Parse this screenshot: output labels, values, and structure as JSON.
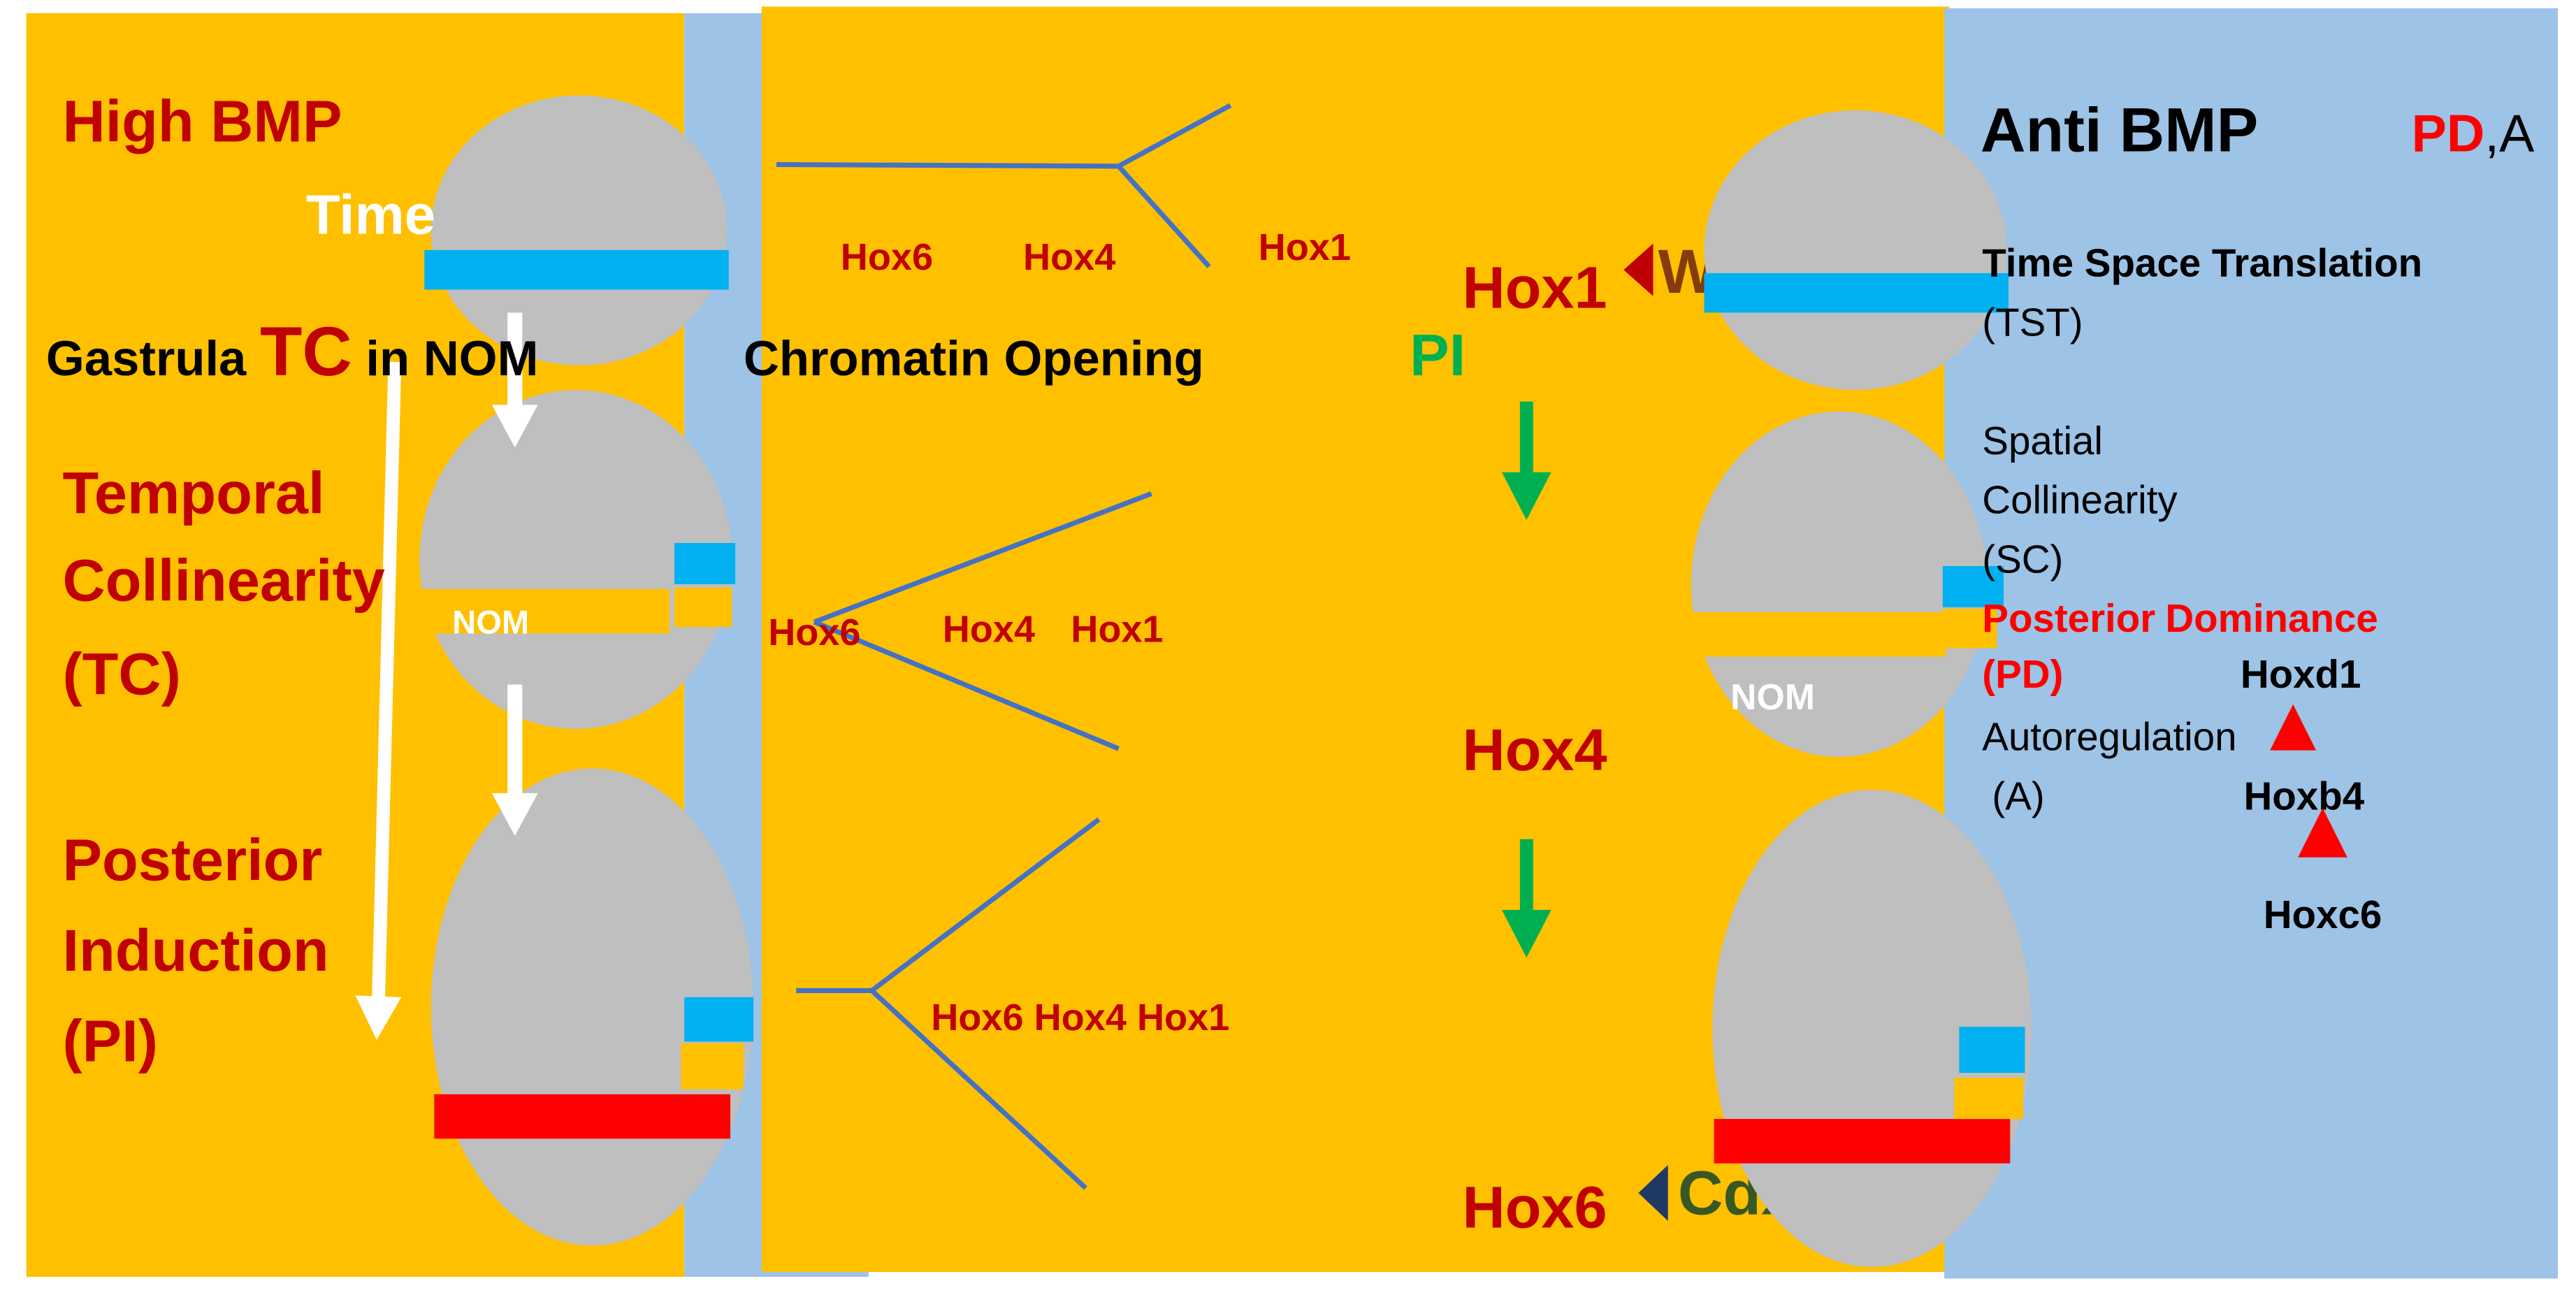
{
  "colors": {
    "orange": "#FFC000",
    "light_blue": "#9DC3E6",
    "gray": "#BFBFBF",
    "cyan": "#00B0F0",
    "red": "#FF0000",
    "dark_red": "#C00000",
    "green": "#00B050",
    "brown": "#843C0C",
    "dark_green": "#385723",
    "navy": "#1F3864",
    "line_blue": "#4472C4",
    "white": "#FFFFFF",
    "black": "#000000"
  },
  "left_panel": {
    "high_bmp": "High BMP",
    "time": "Time",
    "gastrula": "Gastrula",
    "tc": "TC",
    "in_nom": "in NOM",
    "temporal": "Temporal",
    "collinearity": "Collinearity",
    "tc_paren": "(TC)",
    "posterior": "Posterior",
    "induction": "Induction",
    "pi_paren": "(PI)",
    "nom": "NOM"
  },
  "middle_panel": {
    "chromatin_opening": "Chromatin Opening",
    "row1": {
      "hox6": "Hox6",
      "hox4": "Hox4",
      "hox1": "Hox1"
    },
    "row2": {
      "hox6": "Hox6",
      "hox4": "Hox4",
      "hox1": "Hox1"
    },
    "row3": {
      "label": "Hox6 Hox4 Hox1"
    }
  },
  "center_sequence": {
    "pi": "PI",
    "hox1": "Hox1",
    "wnt": "Wnt",
    "hox4": "Hox4",
    "hox6": "Hox6",
    "cdx": "Cdx"
  },
  "right_panel": {
    "anti_bmp": "Anti BMP",
    "pd": "PD",
    "comma_a": ",A",
    "tst_title": "Time Space Translation",
    "tst_abbr": "(TST)",
    "spatial": "Spatial",
    "collinearity": "Collinearity",
    "sc_abbr": "(SC)",
    "posterior": "Posterior",
    "dominance": "Dominance",
    "pd_abbr": "(PD)",
    "autoregulation": "Autoregulation",
    "a_abbr": "(A)",
    "hoxd1": "Hoxd1",
    "hoxb4": "Hoxb4",
    "hoxc6": "Hoxc6",
    "nom": "NOM"
  }
}
